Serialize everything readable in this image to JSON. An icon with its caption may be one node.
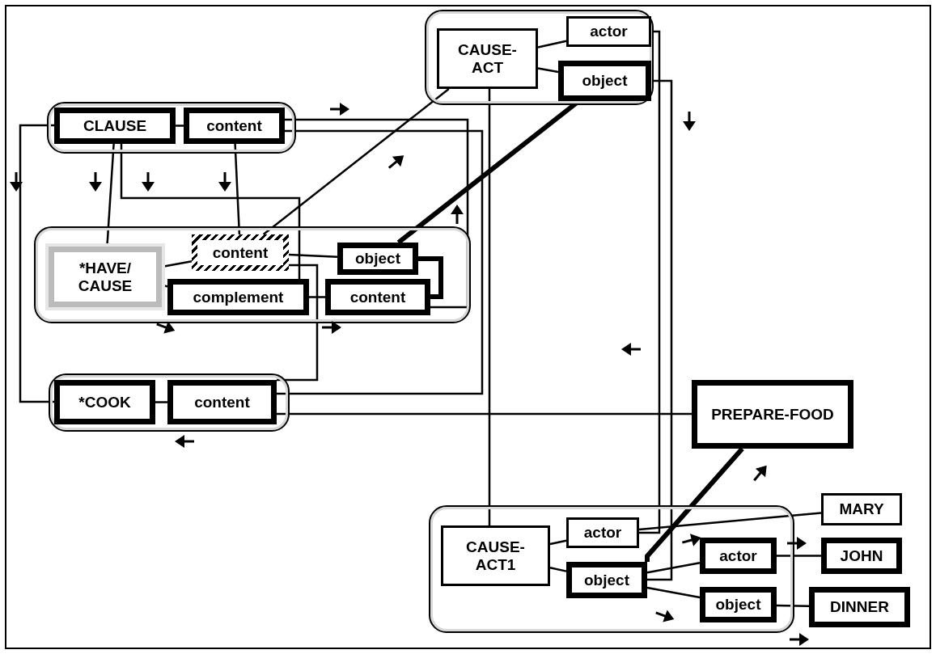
{
  "diagram": {
    "nodes": [
      {
        "text": [],
        "shape": "box"
      },
      {
        "text": [
          "CAUSE-ACT"
        ],
        "in": 0
      },
      {
        "text": [
          "actor"
        ],
        "in": 0
      },
      {
        "text": [
          "object"
        ],
        "in": 0
      },
      {
        "text": [],
        "shape": "box"
      },
      {
        "text": [
          "CLAUSE"
        ],
        "in": 4
      },
      {
        "text": [
          "content"
        ],
        "in": 4
      },
      {
        "text": [],
        "shape": "box"
      },
      {
        "text": [
          "*HAVE/ CAUSE"
        ],
        "in": 7
      },
      {
        "text": [
          "content"
        ],
        "in": 7
      },
      {
        "text": [
          "object"
        ],
        "in": 7
      },
      {
        "text": [
          "complement"
        ],
        "in": 7
      },
      {
        "text": [
          "content"
        ],
        "in": 7
      },
      {
        "text": [],
        "shape": "box"
      },
      {
        "text": [
          "*COOK"
        ],
        "in": 13
      },
      {
        "text": [
          "content"
        ],
        "in": 13
      },
      {
        "text": [
          "PREPARE-FOOD"
        ]
      },
      {
        "text": [],
        "shape": "box"
      },
      {
        "text": [
          "CAUSE-ACT1"
        ],
        "in": 17
      },
      {
        "text": [
          "actor"
        ],
        "in": 17
      },
      {
        "text": [
          "object"
        ],
        "in": 17
      },
      {
        "text": [
          "MARY"
        ]
      },
      {
        "text": [
          "actor"
        ],
        "in": 17
      },
      {
        "text": [
          "JOHN"
        ]
      },
      {
        "text": [
          "object"
        ],
        "in": 17
      },
      {
        "text": [
          "DINNER"
        ]
      }
    ],
    "edges": [
      {
        "from": 1,
        "to": 2,
        "arrow": "none"
      },
      {
        "from": 1,
        "to": 3,
        "arrow": "none"
      },
      {
        "from": 5,
        "to": 6,
        "arrow": "none"
      },
      {
        "from": 8,
        "to": 9,
        "arrow": "none"
      },
      {
        "from": 8,
        "to": 11,
        "arrow": "none"
      },
      {
        "from": 11,
        "to": 12,
        "arrow": "none"
      },
      {
        "from": 14,
        "to": 15,
        "arrow": "none"
      },
      {
        "from": 18,
        "to": 19,
        "arrow": "none"
      },
      {
        "from": 18,
        "to": 20,
        "arrow": "none"
      },
      {
        "from": 22,
        "to": 23,
        "arrow": "none"
      },
      {
        "from": 24,
        "to": 25,
        "arrow": "none"
      },
      {
        "from": 20,
        "to": 22,
        "arrow": "none"
      },
      {
        "from": 20,
        "to": 24,
        "arrow": "none"
      },
      {
        "from": 19,
        "to": 21,
        "arrow": "none"
      },
      {
        "from": 1,
        "to": 18,
        "arrow": "none"
      },
      {
        "from": 1,
        "to": 9,
        "arrow": "none"
      },
      {
        "from": 3,
        "to": 10,
        "arrow": "none",
        "style": "thick"
      },
      {
        "from": 20,
        "to": 16,
        "arrow": "none",
        "style": "thick"
      },
      {
        "from": 2,
        "to": 19,
        "arrow": "none"
      },
      {
        "from": 3,
        "to": 20,
        "arrow": "none"
      },
      {
        "from": 5,
        "to": 8,
        "arrow": "none"
      },
      {
        "from": 6,
        "to": 9,
        "arrow": "none"
      },
      {
        "from": 5,
        "to": 11,
        "arrow": "none"
      },
      {
        "from": 5,
        "to": 14,
        "arrow": "none"
      },
      {
        "from": 6,
        "to": 12,
        "arrow": "none"
      },
      {
        "from": 6,
        "to": 15,
        "arrow": "none"
      },
      {
        "from": 9,
        "to": 15,
        "arrow": "none"
      },
      {
        "from": 15,
        "to": 16,
        "arrow": "none"
      },
      {
        "from": 9,
        "to": 10,
        "arrow": "none"
      },
      {
        "from": 10,
        "to": 12,
        "arrow": "none",
        "style": "thick"
      }
    ]
  }
}
